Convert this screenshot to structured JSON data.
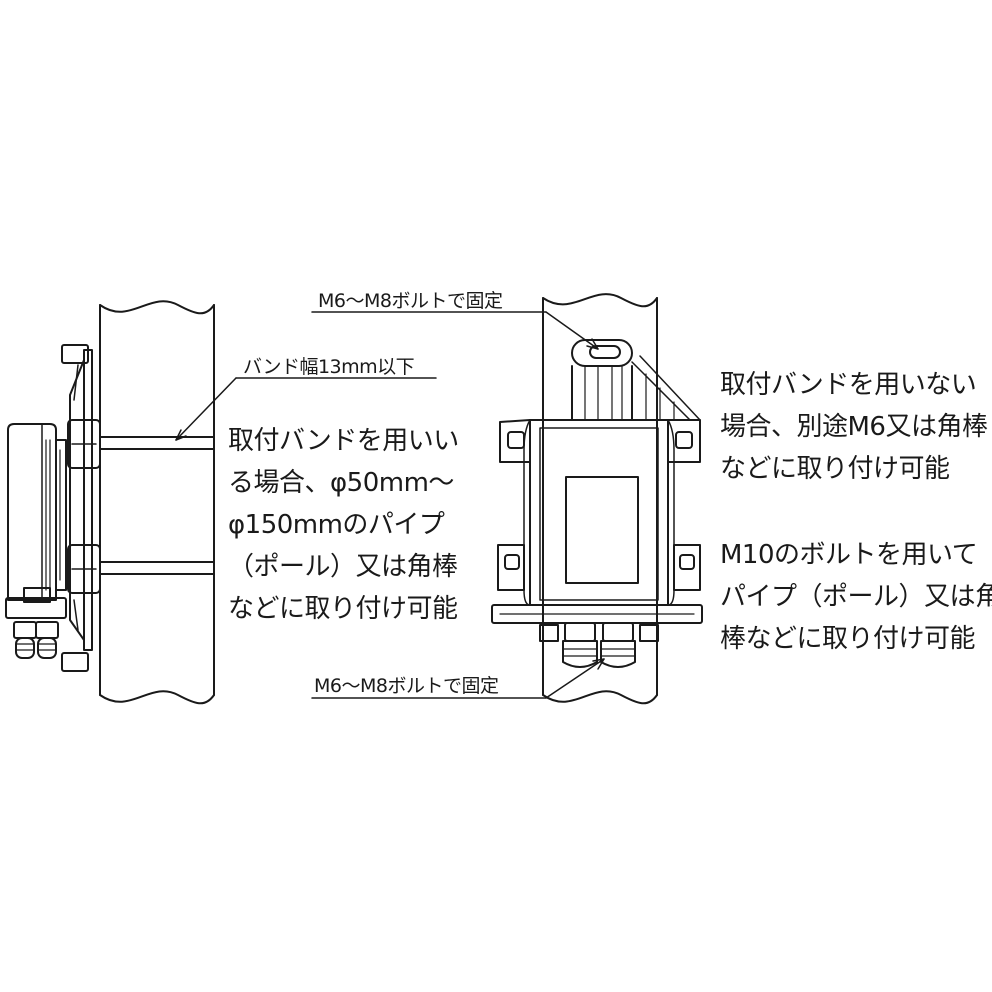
{
  "left_figure": {
    "band_width_label": "バンド幅13mm以下",
    "band_note_lines": [
      "取付バンドを用いい",
      "る場合、φ50mm〜",
      "φ150mmのパイプ",
      "（ポール）又は角棒",
      "などに取り付け可能"
    ]
  },
  "right_figure": {
    "top_bolt_label": "M6〜M8ボルトで固定",
    "bottom_bolt_label": "M6〜M8ボルトで固定",
    "no_band_note_lines": [
      "取付バンドを用いない",
      "場合、別途M6又は角棒",
      "などに取り付け可能"
    ],
    "m10_note_lines": [
      "M10のボルトを用いて",
      "パイプ（ポール）又は角",
      "棒などに取り付け可能"
    ]
  },
  "colors": {
    "line": "#1a1a1a",
    "background": "#ffffff"
  }
}
